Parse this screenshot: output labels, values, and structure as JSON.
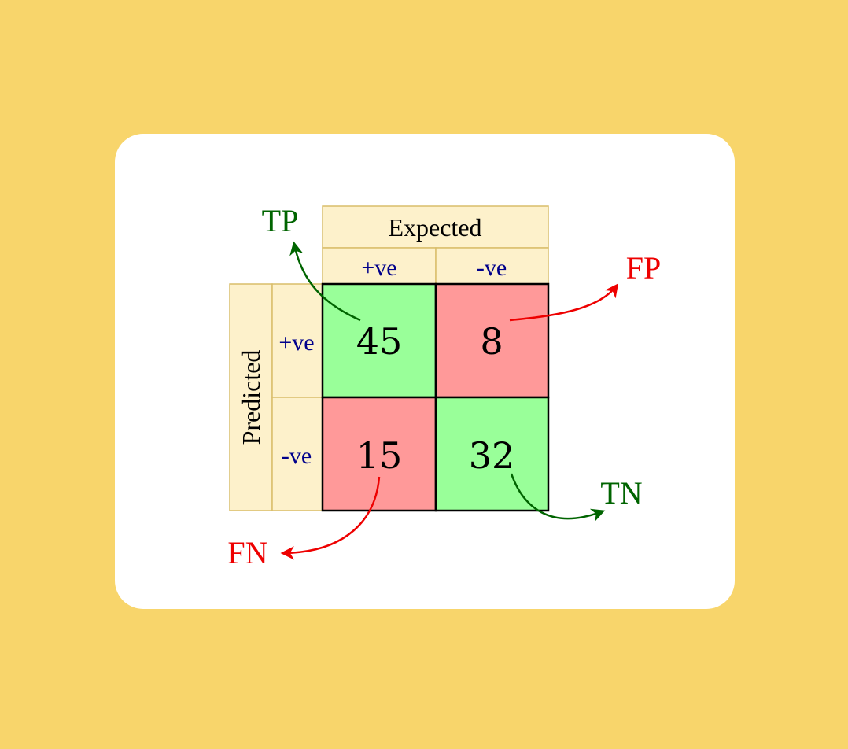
{
  "header": {
    "expected": "Expected",
    "predicted": "Predicted"
  },
  "columns": [
    "+ve",
    "-ve"
  ],
  "rows": [
    "+ve",
    "-ve"
  ],
  "cells": [
    {
      "row": 0,
      "col": 0,
      "value": "45",
      "kind": "correct"
    },
    {
      "row": 0,
      "col": 1,
      "value": "8",
      "kind": "error"
    },
    {
      "row": 1,
      "col": 0,
      "value": "15",
      "kind": "error"
    },
    {
      "row": 1,
      "col": 1,
      "value": "32",
      "kind": "correct"
    }
  ],
  "annotations": {
    "tp": "TP",
    "fp": "FP",
    "fn": "FN",
    "tn": "TN"
  },
  "colors": {
    "background": "#f8d56b",
    "card": "#ffffff",
    "header_fill": "#fdf1cb",
    "header_border": "#d9bd6a",
    "correct_fill": "#99ff99",
    "error_fill": "#ff9999",
    "positive_text": "#006400",
    "negative_text": "#ee0000",
    "axis_label_text": "#00008b"
  }
}
